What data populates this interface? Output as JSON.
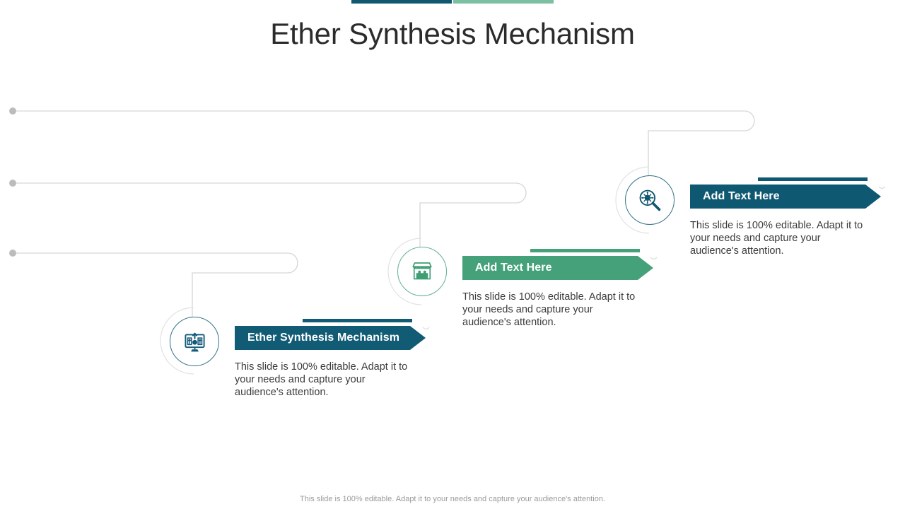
{
  "slide": {
    "title": "Ether Synthesis Mechanism",
    "footer": "This slide is 100% editable. Adapt it to your needs and capture your audience's attention."
  },
  "theme": {
    "dark_teal": "#0f5872",
    "green": "#45a179",
    "green_light": "#7dbfa1",
    "connector_gray": "#d6d6d6",
    "dot_gray": "#bcbcbc",
    "title_color": "#2b2b2b",
    "body_color": "#3b3b3b",
    "footer_color": "#9b9b9b"
  },
  "topbar": {
    "segments": [
      {
        "name": "dark-segment",
        "color": "#0f5872"
      },
      {
        "name": "green-segment",
        "color": "#7dbfa1"
      }
    ]
  },
  "items": [
    {
      "id": "item-top",
      "icon": "magnifier-virus-icon",
      "heading": "Add  Text Here",
      "body": "This slide is 100% editable. Adapt it to your needs and capture your audience's attention.",
      "color": "#0f5872",
      "accent_color": "#0f5872"
    },
    {
      "id": "item-middle",
      "icon": "storefront-icon",
      "heading": "Add  Text Here",
      "body": "This slide is 100% editable. Adapt it to your needs and capture your audience's attention.",
      "color": "#45a179",
      "accent_color": "#45a179"
    },
    {
      "id": "item-bottom",
      "icon": "monitor-upload-icon",
      "heading": "Ether Synthesis Mechanism",
      "body": "This slide is 100% editable. Adapt it to your needs and capture your audience's attention.",
      "color": "#115b75",
      "accent_color": "#115b75"
    }
  ]
}
